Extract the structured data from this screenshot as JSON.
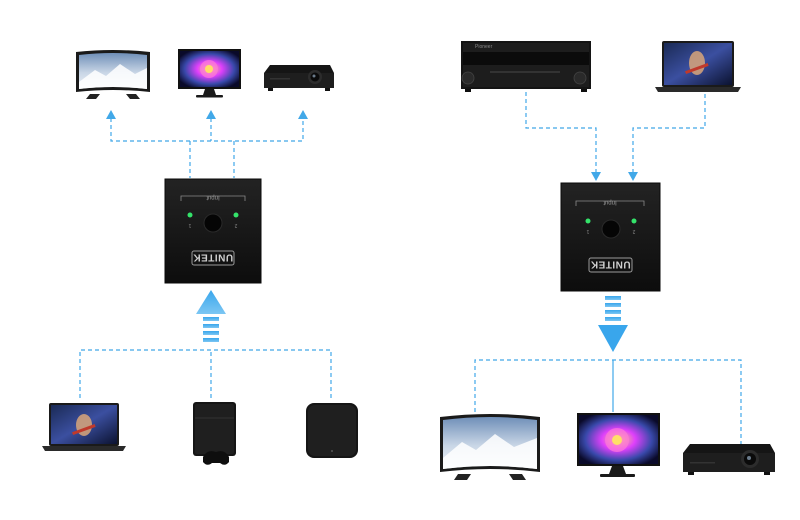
{
  "switch_brand": "UNITEK",
  "switch_port_label": "Input",
  "switch_port_1": "1",
  "switch_port_2": "2",
  "player_brand": "Pioneer",
  "colors": {
    "connector": "#41a8e8",
    "device_body": "#1b1b1b",
    "switch_body": "#141414"
  },
  "icons": [
    "tv-curved-icon",
    "monitor-icon",
    "projector-icon",
    "laptop-icon",
    "game-console-icon",
    "tv-box-icon",
    "bluray-player-icon",
    "switch-box-icon"
  ]
}
